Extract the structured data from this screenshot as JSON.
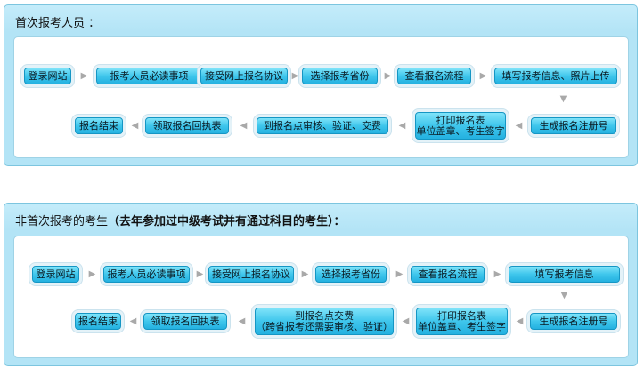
{
  "section1": {
    "title": "首次报考人员 ：",
    "row1": [
      "登录网站",
      "报考人员必读事项",
      "接受网上报名协议",
      "选择报考省份",
      "查看报名流程",
      "填写报考信息、照片上传"
    ],
    "row2": [
      "报名结束",
      "领取报名回执表",
      "到报名点审核、验证、交费",
      "打印报名表\n单位盖章、考生签字",
      "生成报名注册号"
    ]
  },
  "section2": {
    "title_prefix": "非首次报考的考生",
    "title_bold": "（去年参加过中级考试并有通过科目的考生）：",
    "row1": [
      "登录网站",
      "报考人员必读事项",
      "接受网上报名协议",
      "选择报考省份",
      "查看报名流程",
      "填写报考信息"
    ],
    "row2": [
      "报名结束",
      "领取报名回执表",
      "到报名点交费\n（跨省报考还需要审核、验证）",
      "打印报名表\n单位盖章、考生签字",
      "生成报名注册号"
    ]
  },
  "icons": {
    "arrow_right": "arrow-right-icon",
    "arrow_left": "arrow-left-icon",
    "arrow_down": "arrow-down-icon"
  },
  "colors": {
    "panel": "#b3e4f6",
    "step": "#3fc6ec",
    "border": "#7cc5df"
  }
}
